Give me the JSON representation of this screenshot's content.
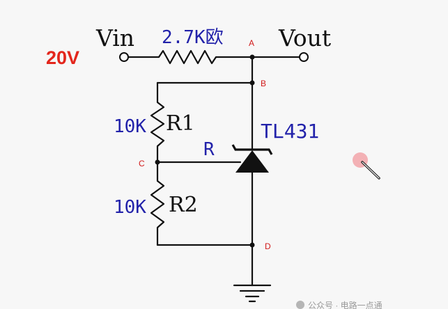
{
  "input_voltage": "20V",
  "labels": {
    "vin": "Vin",
    "vout": "Vout",
    "series_resistor": "2.7K欧",
    "r1_value": "10K",
    "r1_name": "R1",
    "r2_value": "10K",
    "r2_name": "R2",
    "ref_pin": "R",
    "regulator": "TL431"
  },
  "nodes": {
    "a": "A",
    "b": "B",
    "c": "C",
    "d": "D"
  },
  "watermark": "公众号 · 电路一点通",
  "colors": {
    "wire": "#111111",
    "label_blue": "#2222aa",
    "node_red": "#d11a1a",
    "voltage_red": "#e3261c",
    "cursor_dot": "#f2a9ad"
  },
  "icons": [
    "mouse-cursor-icon",
    "wechat-icon"
  ]
}
